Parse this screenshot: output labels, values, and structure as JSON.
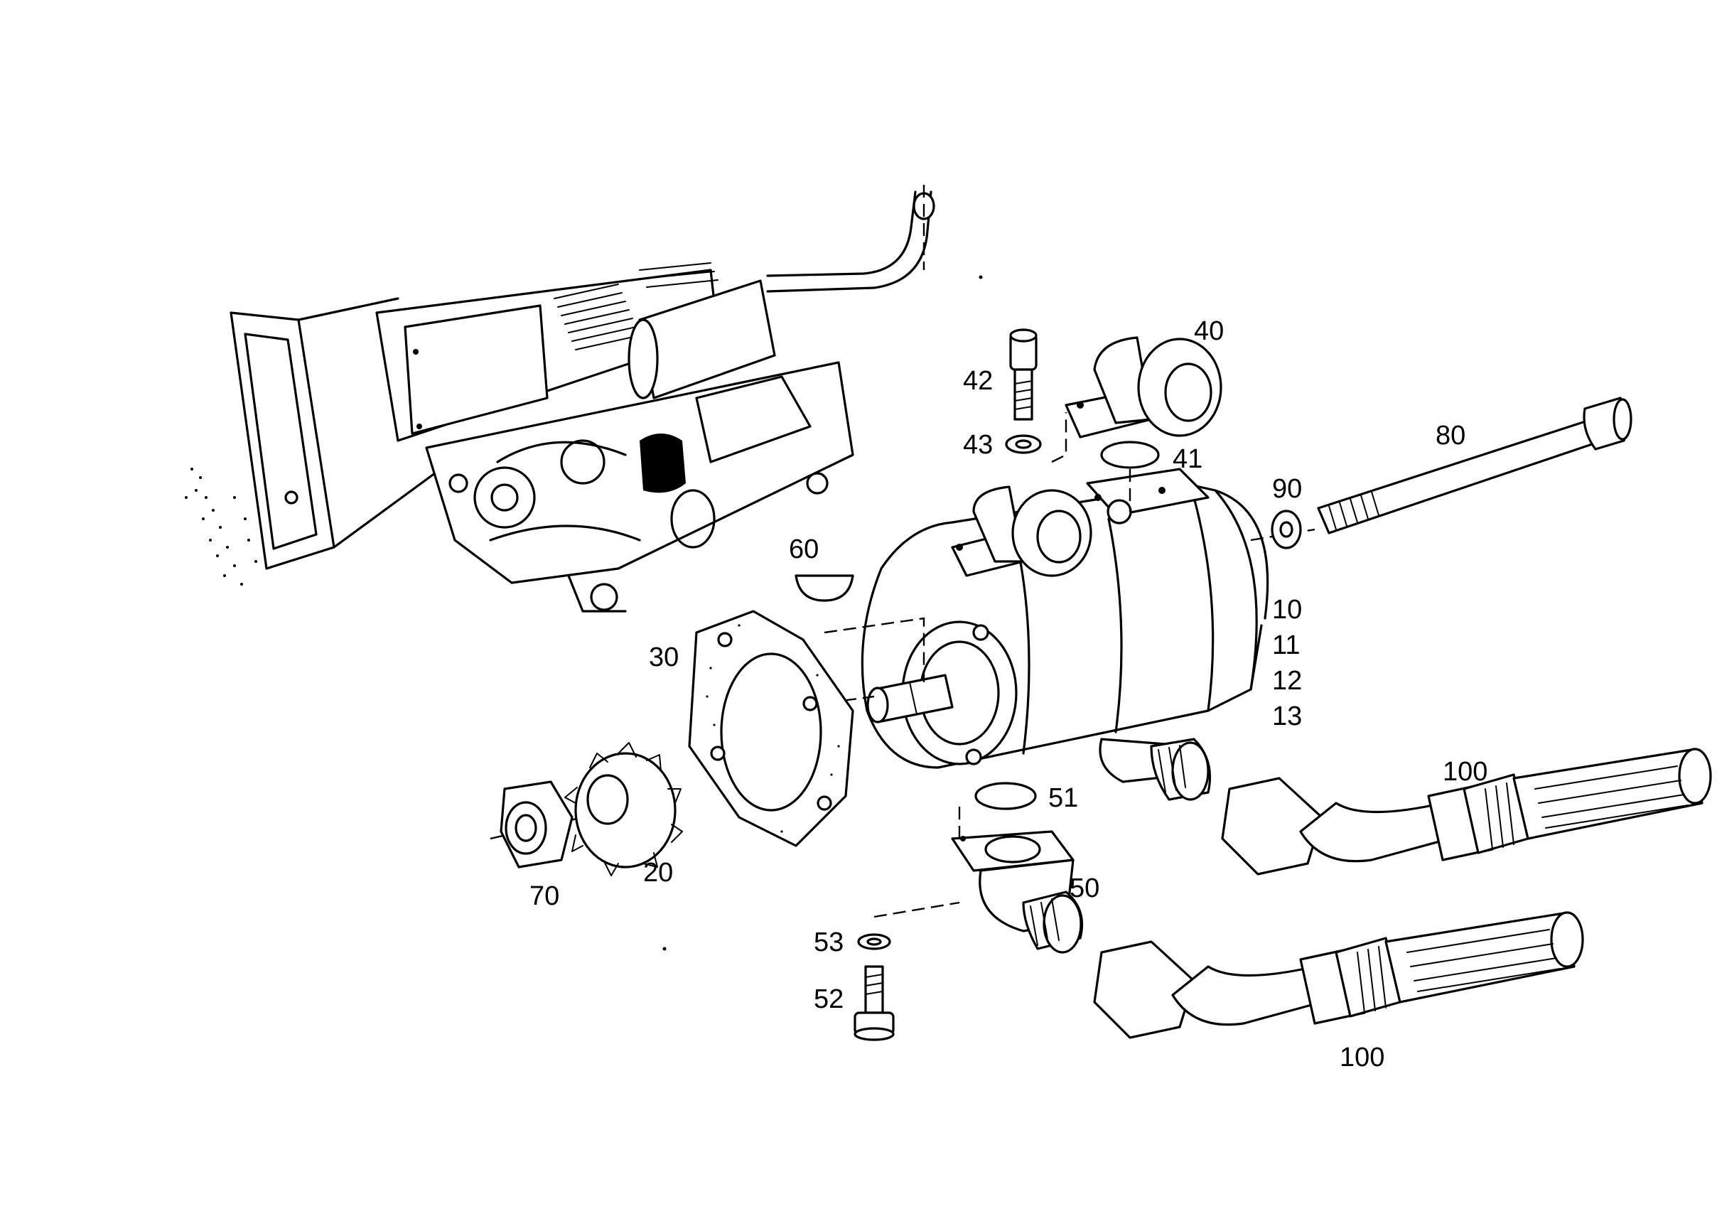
{
  "callouts": {
    "p10": "10",
    "p11": "11",
    "p12": "12",
    "p13": "13",
    "p20": "20",
    "p30": "30",
    "p40": "40",
    "p41": "41",
    "p42": "42",
    "p43": "43",
    "p50": "50",
    "p51": "51",
    "p52": "52",
    "p53": "53",
    "p60": "60",
    "p70": "70",
    "p80": "80",
    "p90": "90",
    "p100a": "100",
    "p100b": "100"
  }
}
